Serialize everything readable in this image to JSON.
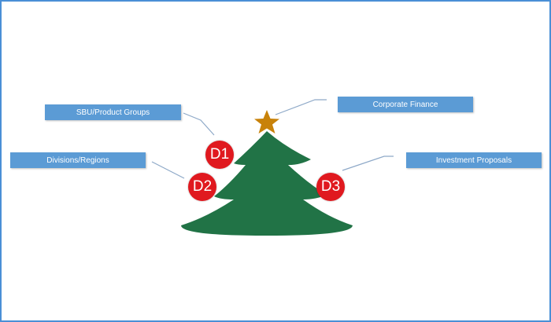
{
  "labels": {
    "sbu": "SBU/Product Groups",
    "corporate": "Corporate Finance",
    "divisions": "Divisions/Regions",
    "investment": "Investment Proposals"
  },
  "badges": {
    "d1": "D1",
    "d2": "D2",
    "d3": "D3"
  },
  "colors": {
    "box": "#5b9bd5",
    "tree": "#217346",
    "star": "#c8820a",
    "badge": "#e0191f",
    "connector": "#8ea9c8"
  }
}
